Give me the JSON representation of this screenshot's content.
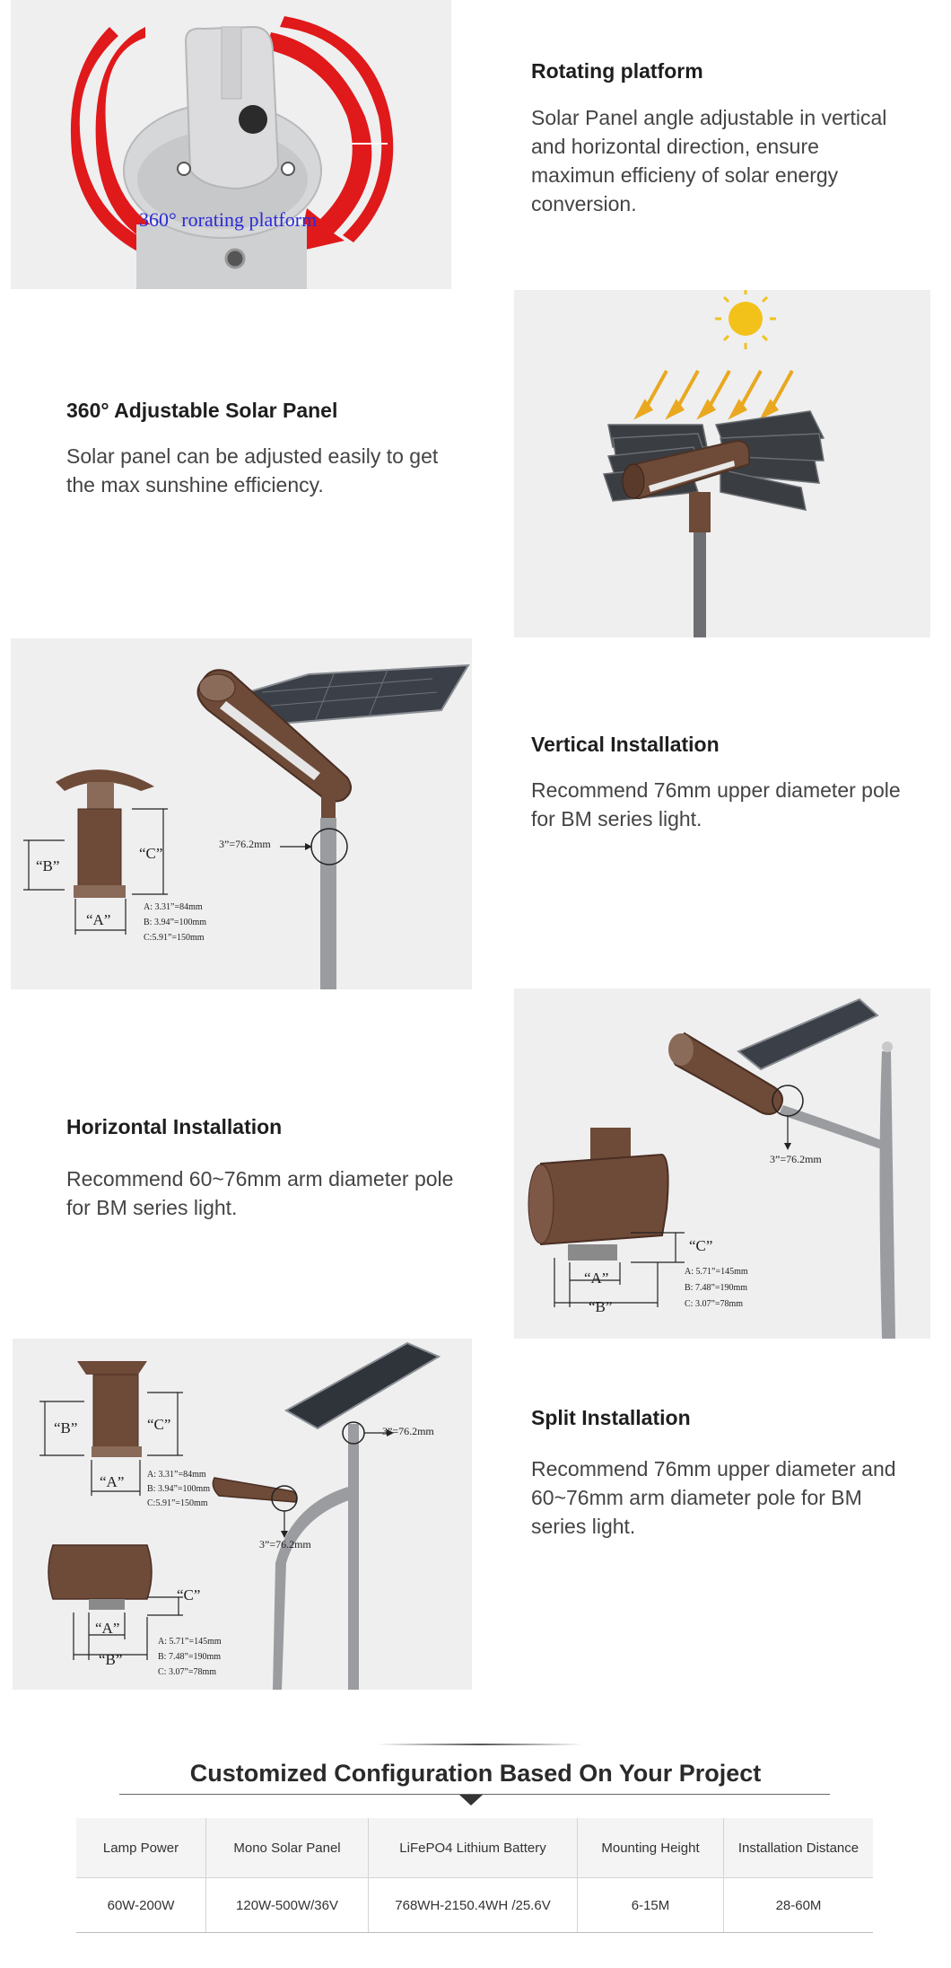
{
  "features": [
    {
      "title": "Rotating platform",
      "description": "Solar Panel angle adjustable in vertical and horizontal direction, ensure maximun efficieny of solar energy conversion.",
      "image_caption": "360° rorating platform"
    },
    {
      "title": "360° Adjustable Solar Panel",
      "description": "Solar panel can be adjusted easily to get the max sunshine efficiency."
    },
    {
      "title": "Vertical Installation",
      "description": "Recommend 76mm upper diameter pole for BM series light.",
      "diagram": {
        "pole_label": "3”=76.2mm",
        "label_a": "“A”",
        "label_b": "“B”",
        "label_c": "“C”",
        "dim_a": "A: 3.31”=84mm",
        "dim_b": "B: 3.94”=100mm",
        "dim_c": "C:5.91”=150mm"
      }
    },
    {
      "title": "Horizontal Installation",
      "description": "Recommend 60~76mm arm diameter pole for BM series light.",
      "diagram": {
        "pole_label": "3”=76.2mm",
        "label_a": "“A”",
        "label_b": "“B”",
        "label_c": "“C”",
        "dim_a": "A: 5.71”=145mm",
        "dim_b": "B: 7.48”=190mm",
        "dim_c": "C: 3.07”=78mm"
      }
    },
    {
      "title": "Split Installation",
      "description": "Recommend 76mm upper diameter and 60~76mm arm diameter pole for BM series light.",
      "diagram": {
        "pole_label_top": "3”=76.2mm",
        "pole_label_arm": "3”=76.2mm",
        "v_label_a": "“A”",
        "v_label_b": "“B”",
        "v_label_c": "“C”",
        "v_dim_a": "A: 3.31”=84mm",
        "v_dim_b": "B: 3.94”=100mm",
        "v_dim_c": "C:5.91”=150mm",
        "h_label_a": "“A”",
        "h_label_b": "“B”",
        "h_label_c": "“C”",
        "h_dim_a": "A: 5.71”=145mm",
        "h_dim_b": "B: 7.48”=190mm",
        "h_dim_c": "C: 3.07”=78mm"
      }
    }
  ],
  "config": {
    "title": "Customized Configuration Based On Your Project",
    "headers": [
      "Lamp Power",
      "Mono Solar Panel",
      "LiFePO4 Lithium Battery",
      "Mounting Height",
      "Installation Distance"
    ],
    "values": [
      "60W-200W",
      "120W-500W/36V",
      "768WH-2150.4WH /25.6V",
      "6-15M",
      "28-60M"
    ]
  },
  "colors": {
    "panel_bg": "#efeff0",
    "fixture_bronze": "#6e4a38",
    "arrow_red": "#e0191b",
    "sun_yellow": "#f2c21b",
    "ray_orange": "#e9a81f"
  }
}
